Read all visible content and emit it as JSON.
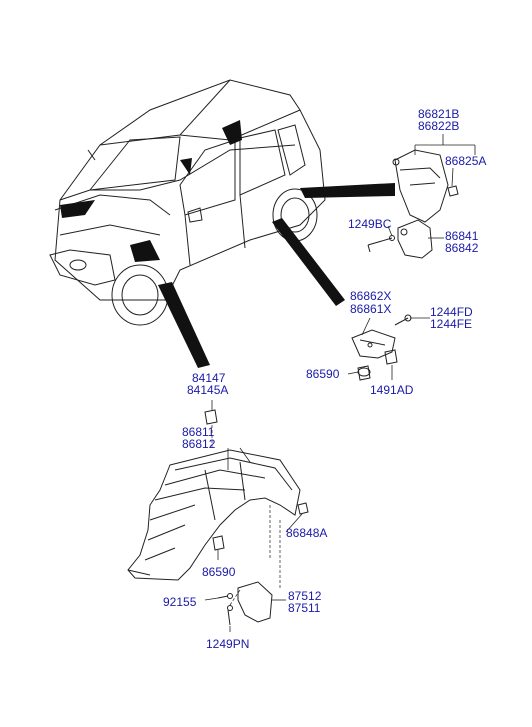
{
  "diagram": {
    "labels": [
      {
        "id": "p86821B",
        "text": "86821B"
      },
      {
        "id": "p86822B",
        "text": "86822B"
      },
      {
        "id": "p86825A",
        "text": "86825A"
      },
      {
        "id": "p1249BC",
        "text": "1249BC"
      },
      {
        "id": "p86841",
        "text": "86841"
      },
      {
        "id": "p86842",
        "text": "86842"
      },
      {
        "id": "p86862X",
        "text": "86862X"
      },
      {
        "id": "p86861X",
        "text": "86861X"
      },
      {
        "id": "p1244FD",
        "text": "1244FD"
      },
      {
        "id": "p1244FE",
        "text": "1244FE"
      },
      {
        "id": "p86590a",
        "text": "86590"
      },
      {
        "id": "p1491AD",
        "text": "1491AD"
      },
      {
        "id": "p84147",
        "text": "84147"
      },
      {
        "id": "p84145A",
        "text": "84145A"
      },
      {
        "id": "p86811",
        "text": "86811"
      },
      {
        "id": "p86812",
        "text": "86812"
      },
      {
        "id": "p86848A",
        "text": "86848A"
      },
      {
        "id": "p86590b",
        "text": "86590"
      },
      {
        "id": "p92155",
        "text": "92155"
      },
      {
        "id": "p87512",
        "text": "87512"
      },
      {
        "id": "p87511",
        "text": "87511"
      },
      {
        "id": "p1249PN",
        "text": "1249PN"
      }
    ],
    "label_color": "#1a1aa8"
  }
}
